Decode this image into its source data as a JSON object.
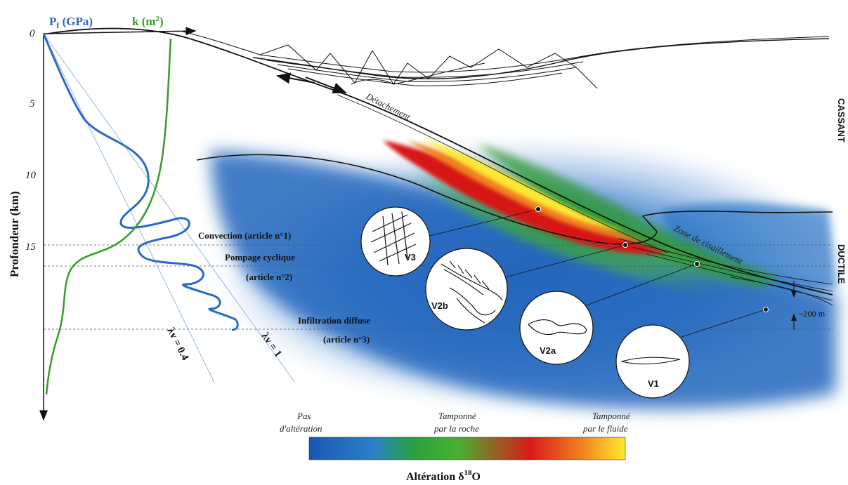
{
  "axes": {
    "pf_label": "P",
    "pf_sub": "f",
    "pf_units": " (GPa)",
    "k_label": "k (m",
    "k_sup": "2",
    "k_close": ")",
    "depth_label": "Profondeur (km)",
    "depth_ticks": [
      "0",
      "5",
      "10",
      "15"
    ]
  },
  "lines": {
    "lambda_04": "λv = 0.4",
    "lambda_1": "λv = 1"
  },
  "structure": {
    "detachment": "Détachement",
    "shear_zone": "Zone de cisaillement",
    "thickness": "~200 m"
  },
  "regimes": {
    "brittle": "CASSANT",
    "ductile": "DUCTILE"
  },
  "mechanisms": {
    "convection": "Convection (article n°1)",
    "pumping_1": "Pompage cyclique",
    "pumping_2": "(article n°2)",
    "infiltration_1": "Infiltration diffuse",
    "infiltration_2": "(article n°3)"
  },
  "veins": {
    "v3": "V3",
    "v2b": "V2b",
    "v2a": "V2a",
    "v1": "V1"
  },
  "colorbar": {
    "left_1": "Pas",
    "left_2": "d'altération",
    "mid_1": "Tamponné",
    "mid_2": "par la roche",
    "right_1": "Tamponné",
    "right_2": "par le fluide",
    "title": "Altération δ",
    "title_sup": "18",
    "title_end": "O",
    "stops": [
      "#1a56b0",
      "#2a78c8",
      "#2aa040",
      "#48b030",
      "#d81a1a",
      "#f07020",
      "#ffe830"
    ]
  },
  "colors": {
    "pf": "#2a6ac8",
    "k": "#3aa02a",
    "ink": "#111111"
  }
}
